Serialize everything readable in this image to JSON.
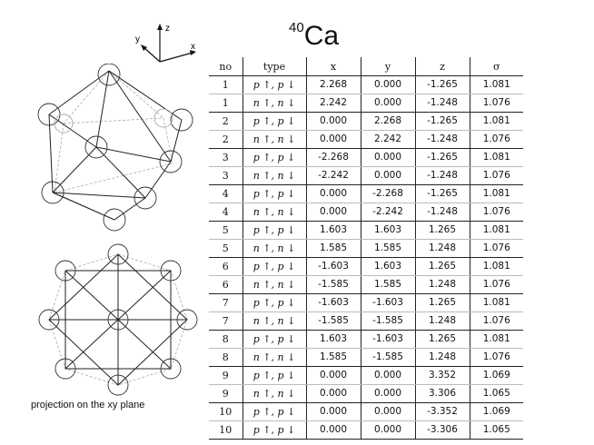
{
  "title": {
    "superscript": "40",
    "element": "Ca"
  },
  "axes_labels": {
    "x": "x",
    "y": "y",
    "z": "z"
  },
  "caption": "projection on the xy plane",
  "table": {
    "headers": [
      "no",
      "type",
      "x",
      "y",
      "z",
      "σ"
    ],
    "rows": [
      [
        "1",
        "p ↑, p ↓",
        "2.268",
        "0.000",
        "-1.265",
        "1.081"
      ],
      [
        "1",
        "n ↑, n ↓",
        "2.242",
        "0.000",
        "-1.248",
        "1.076"
      ],
      [
        "2",
        "p ↑, p ↓",
        "0.000",
        "2.268",
        "-1.265",
        "1.081"
      ],
      [
        "2",
        "n ↑, n ↓",
        "0.000",
        "2.242",
        "-1.248",
        "1.076"
      ],
      [
        "3",
        "p ↑, p ↓",
        "-2.268",
        "0.000",
        "-1.265",
        "1.081"
      ],
      [
        "3",
        "n ↑, n ↓",
        "-2.242",
        "0.000",
        "-1.248",
        "1.076"
      ],
      [
        "4",
        "p ↑, p ↓",
        "0.000",
        "-2.268",
        "-1.265",
        "1.081"
      ],
      [
        "4",
        "n ↑, n ↓",
        "0.000",
        "-2.242",
        "-1.248",
        "1.076"
      ],
      [
        "5",
        "p ↑, p ↓",
        "1.603",
        "1.603",
        "1.265",
        "1.081"
      ],
      [
        "5",
        "n ↑, n ↓",
        "1.585",
        "1.585",
        "1.248",
        "1.076"
      ],
      [
        "6",
        "p ↑, p ↓",
        "-1.603",
        "1.603",
        "1.265",
        "1.081"
      ],
      [
        "6",
        "n ↑, n ↓",
        "-1.585",
        "1.585",
        "1.248",
        "1.076"
      ],
      [
        "7",
        "p ↑, p ↓",
        "-1.603",
        "-1.603",
        "1.265",
        "1.081"
      ],
      [
        "7",
        "n ↑, n ↓",
        "-1.585",
        "-1.585",
        "1.248",
        "1.076"
      ],
      [
        "8",
        "p ↑, p ↓",
        "1.603",
        "-1.603",
        "1.265",
        "1.081"
      ],
      [
        "8",
        "n ↑, n ↓",
        "1.585",
        "-1.585",
        "1.248",
        "1.076"
      ],
      [
        "9",
        "p ↑, p ↓",
        "0.000",
        "0.000",
        "3.352",
        "1.069"
      ],
      [
        "9",
        "n ↑, n ↓",
        "0.000",
        "0.000",
        "3.306",
        "1.065"
      ],
      [
        "10",
        "p ↑, p ↓",
        "0.000",
        "0.000",
        "-3.352",
        "1.069"
      ],
      [
        "10",
        "p ↑, p ↓",
        "0.000",
        "0.000",
        "-3.306",
        "1.065"
      ]
    ]
  }
}
